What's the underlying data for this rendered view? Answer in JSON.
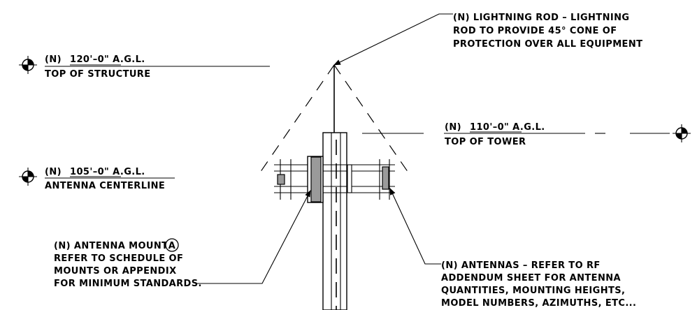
{
  "lightning_rod_note": [
    "(N) LIGHTNING ROD – LIGHTNING",
    "ROD TO PROVIDE 45° CONE OF",
    "PROTECTION OVER ALL EQUIPMENT"
  ],
  "elevations": {
    "top_of_structure": {
      "marker": "(N)",
      "value": "120'–0\" A.G.L.",
      "label": "TOP OF STRUCTURE"
    },
    "top_of_tower": {
      "marker": "(N)",
      "value": "110'–0\" A.G.L.",
      "label": "TOP OF TOWER"
    },
    "antenna_centerline": {
      "marker": "(N)",
      "value": "105'–0\" A.G.L.",
      "label": "ANTENNA CENTERLINE"
    }
  },
  "antenna_mount_note": {
    "line1": "(N) ANTENNA MOUNT",
    "tag": "A",
    "line2": "REFER TO SCHEDULE OF",
    "line3": "MOUNTS OR APPENDIX",
    "line4": "FOR MINIMUM STANDARDS."
  },
  "antennas_note": [
    "(N) ANTENNAS – REFER TO RF",
    "ADDENDUM SHEET FOR ANTENNA",
    "QUANTITIES, MOUNTING HEIGHTS,",
    "MODEL NUMBERS, AZIMUTHS, ETC..."
  ]
}
